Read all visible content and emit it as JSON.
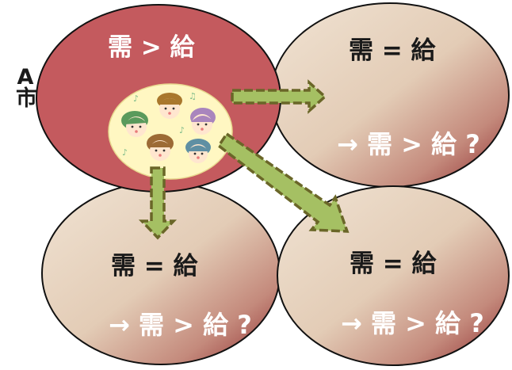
{
  "city_label": {
    "line1": "A",
    "line2": "市"
  },
  "regions": {
    "top_left": {
      "title": "需 > 給"
    },
    "top_right": {
      "title": "需 = 給",
      "outcome": "→ 需 > 給 ?"
    },
    "bottom_left": {
      "title": "需 = 給",
      "outcome": "→ 需 > 給 ?"
    },
    "bottom_right": {
      "title": "需 = 給",
      "outcome": "→ 需 > 給 ?"
    }
  },
  "colors": {
    "source_region": "#c45a5e",
    "target_region_light": "#ead9c6",
    "target_region_dark": "#8e2a2e",
    "arrow_fill": "#a5c063",
    "arrow_border": "#6a6628",
    "people_group_bg": "#fff7c2"
  },
  "icons": [
    "group-of-people-icon",
    "arrow-right-icon",
    "arrow-down-icon",
    "arrow-diagonal-icon"
  ]
}
